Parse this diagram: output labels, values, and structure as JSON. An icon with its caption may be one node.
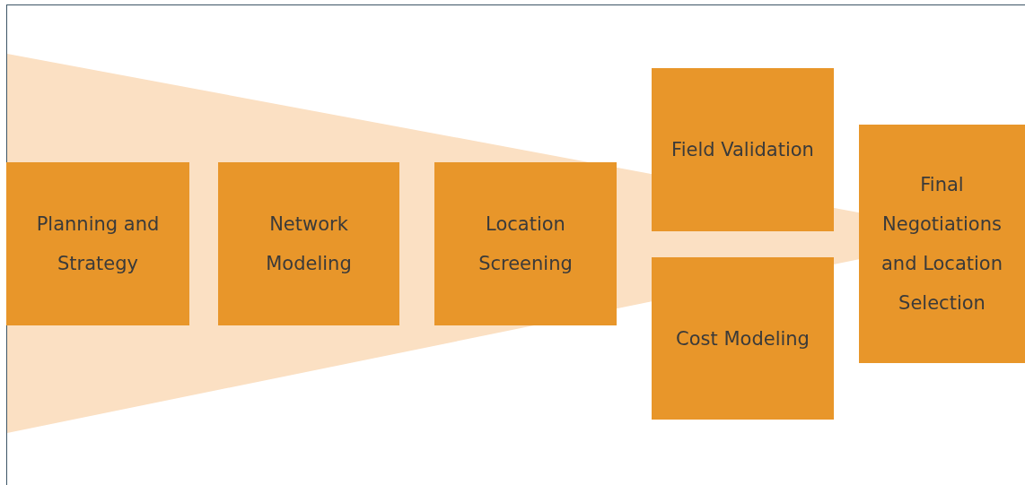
{
  "diagram": {
    "nodes": [
      {
        "text": [
          "Planning and Strategy"
        ]
      },
      {
        "text": [
          "Network Modeling"
        ]
      },
      {
        "text": [
          "Location Screening"
        ]
      },
      {
        "text": [
          "Field Validation"
        ]
      },
      {
        "text": [
          "Cost Modeling"
        ]
      },
      {
        "text": [
          "Final Negotiations and Location Selection"
        ]
      }
    ]
  }
}
